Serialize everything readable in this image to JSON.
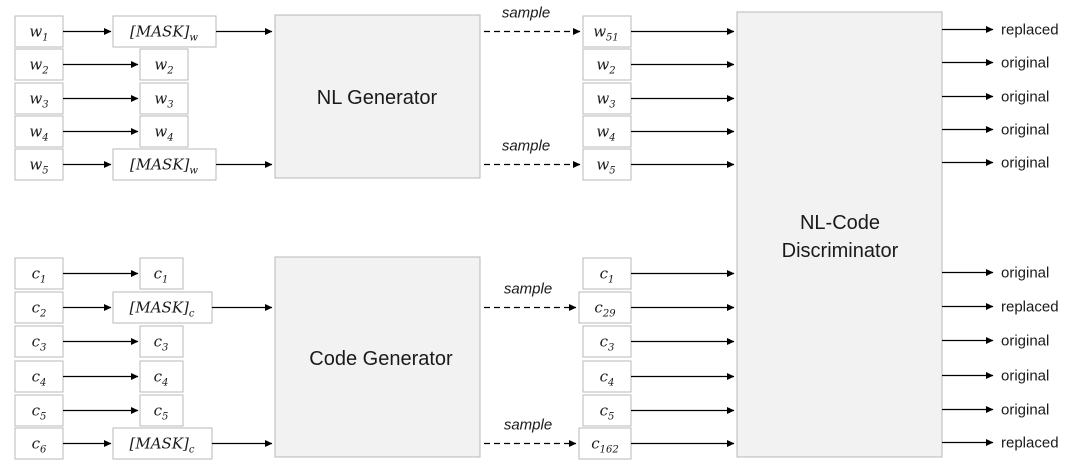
{
  "blocks": {
    "nl_generator": "NL Generator",
    "code_generator": "Code Generator",
    "discriminator_line1": "NL-Code",
    "discriminator_line2": "Discriminator"
  },
  "sample_label": "sample",
  "nl_inputs": [
    {
      "base": "w",
      "sub": "1"
    },
    {
      "base": "w",
      "sub": "2"
    },
    {
      "base": "w",
      "sub": "3"
    },
    {
      "base": "w",
      "sub": "4"
    },
    {
      "base": "w",
      "sub": "5"
    }
  ],
  "nl_masked": [
    {
      "type": "mask",
      "text": "[MASK]",
      "sub": "w"
    },
    {
      "type": "token",
      "base": "w",
      "sub": "2"
    },
    {
      "type": "token",
      "base": "w",
      "sub": "3"
    },
    {
      "type": "token",
      "base": "w",
      "sub": "4"
    },
    {
      "type": "mask",
      "text": "[MASK]",
      "sub": "w"
    }
  ],
  "nl_generated": [
    {
      "base": "w",
      "sub": "51"
    },
    {
      "base": "w",
      "sub": "2"
    },
    {
      "base": "w",
      "sub": "3"
    },
    {
      "base": "w",
      "sub": "4"
    },
    {
      "base": "w",
      "sub": "5"
    }
  ],
  "code_inputs": [
    {
      "base": "c",
      "sub": "1"
    },
    {
      "base": "c",
      "sub": "2"
    },
    {
      "base": "c",
      "sub": "3"
    },
    {
      "base": "c",
      "sub": "4"
    },
    {
      "base": "c",
      "sub": "5"
    },
    {
      "base": "c",
      "sub": "6"
    }
  ],
  "code_masked": [
    {
      "type": "token",
      "base": "c",
      "sub": "1"
    },
    {
      "type": "mask",
      "text": "[MASK]",
      "sub": "c"
    },
    {
      "type": "token",
      "base": "c",
      "sub": "3"
    },
    {
      "type": "token",
      "base": "c",
      "sub": "4"
    },
    {
      "type": "token",
      "base": "c",
      "sub": "5"
    },
    {
      "type": "mask",
      "text": "[MASK]",
      "sub": "c"
    }
  ],
  "code_generated": [
    {
      "base": "c",
      "sub": "1"
    },
    {
      "base": "c",
      "sub": "29"
    },
    {
      "base": "c",
      "sub": "3"
    },
    {
      "base": "c",
      "sub": "4"
    },
    {
      "base": "c",
      "sub": "5"
    },
    {
      "base": "c",
      "sub": "162"
    }
  ],
  "nl_outputs": [
    "replaced",
    "original",
    "original",
    "original",
    "original"
  ],
  "code_outputs": [
    "original",
    "replaced",
    "original",
    "original",
    "original",
    "replaced"
  ],
  "colors": {
    "block_fill": "#f2f2f2",
    "box_border": "#b8b8b8",
    "arrow": "#000000"
  }
}
